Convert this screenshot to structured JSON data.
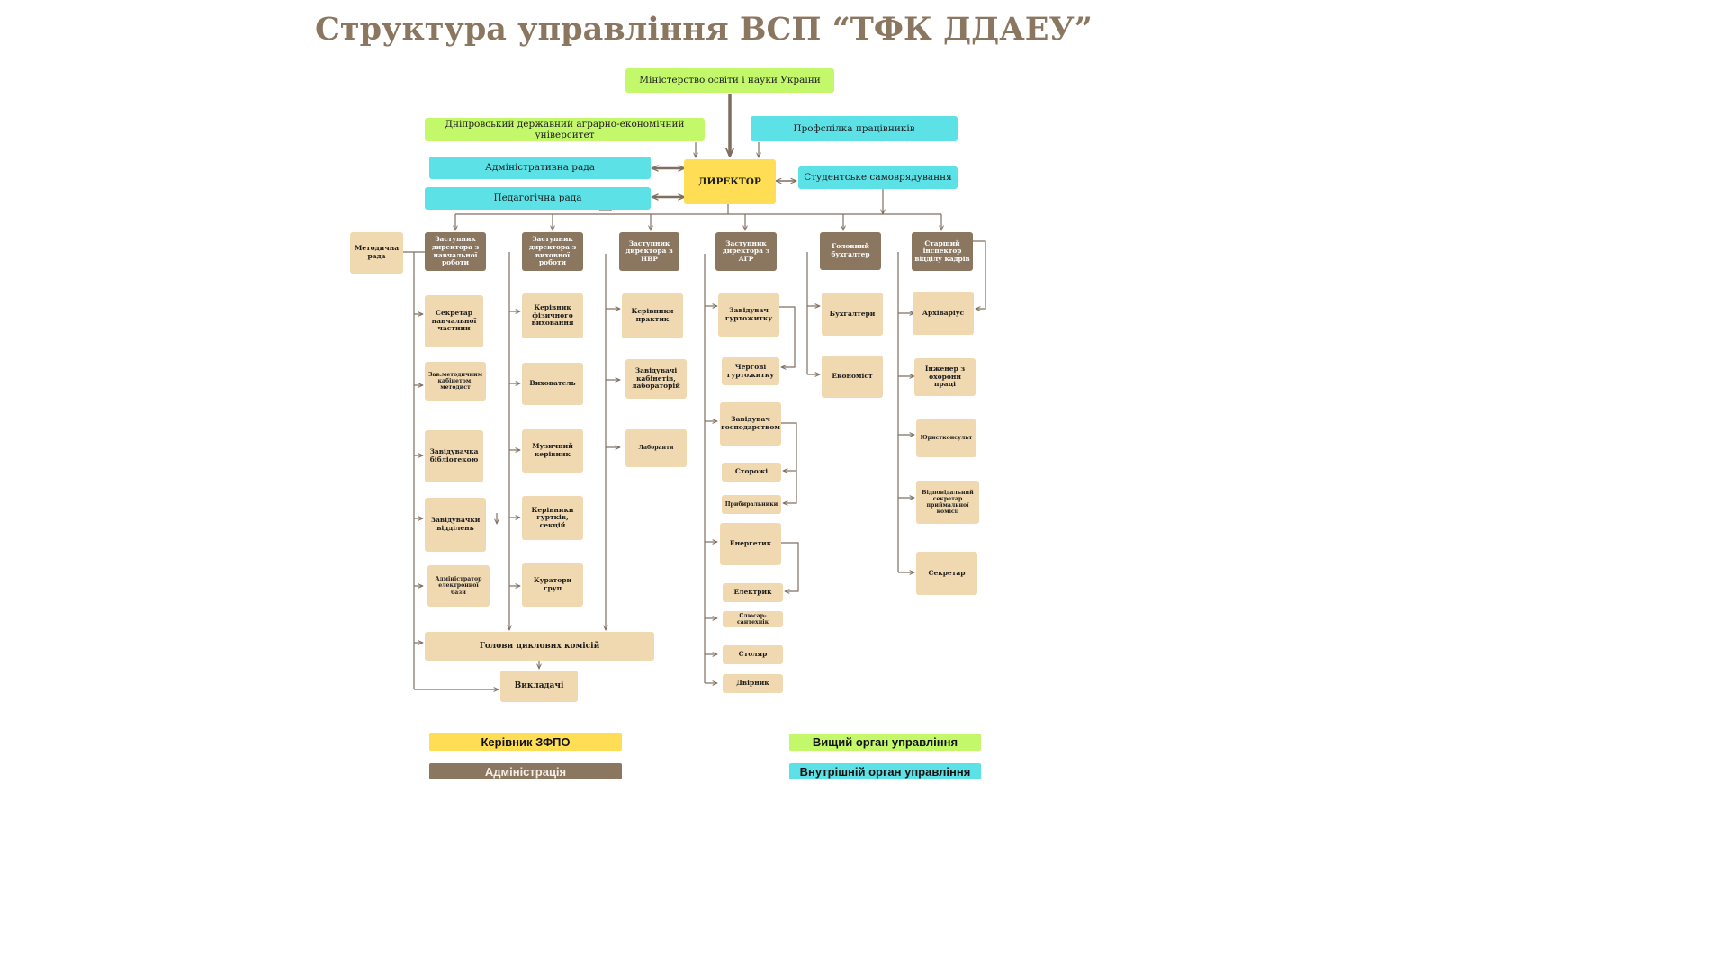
{
  "title": "Структура управління ВСП “ТФК ДДАЕУ”",
  "colors": {
    "higher_body": "#c3f86a",
    "internal_body": "#5ce1e6",
    "head": "#ffdd55",
    "administration": "#8b7660",
    "staff": "#f0d8b0",
    "line": "#7f6f60"
  },
  "nodes": {
    "ministry": "Міністерство освіти і науки України",
    "university": "Дніпровський державний аграрно-економічний університет",
    "union": "Профспілка працівників",
    "admin_council": "Адміністративна рада",
    "ped_council": "Педагогічна рада",
    "director": "ДИРЕКТОР",
    "student_gov": "Студентське самоврядування",
    "method_council": "Методична рада",
    "dep_edu": "Заступник директора з навчальної роботи",
    "dep_upbr": "Заступник директора з виховної роботи",
    "dep_nvr": "Заступник директора з НВР",
    "dep_agr": "Заступник директора з АГР",
    "chief_acc": "Головний бухгалтер",
    "hr_insp": "Старший інспектор відділу кадрів",
    "secr_edu": "Секретар навчальної частини",
    "method_head": "Зав.методичним кабінетом, методист",
    "librarian": "Завідувачка бібліотекою",
    "dept_heads": "Завідувачки відділень",
    "e_admin": "Адміністратор електронної бази",
    "cycle_heads": "Голови циклових комісій",
    "teachers": "Викладачі",
    "pe_head": "Керівник фізичного виховання",
    "educator": "Вихователь",
    "music_head": "Музичний керівник",
    "club_heads": "Керівники гуртків, секцій",
    "curators": "Куратори груп",
    "practice_heads": "Керівники практик",
    "cab_heads": "Завідувачі кабінетів, лабораторій",
    "lab_assist": "Лаборанти",
    "dorm_head": "Завідувач гуртожитку",
    "dorm_duty": "Чергові гуртожитку",
    "house_head": "Завідувач господарством",
    "guards": "Сторожі",
    "cleaners": "Прибиральники",
    "energetic": "Енергетик",
    "electrician": "Електрик",
    "plumber": "Слюсар-сантехнік",
    "carpenter": "Столяр",
    "janitor": "Двірник",
    "accountants": "Бухгалтери",
    "economist": "Економіст",
    "archivist": "Архіваріус",
    "labor_eng": "Інженер з охорони праці",
    "lawyer": "Юристконсульт",
    "adm_secr": "Відповідальний секретар приймальної комісії",
    "secretary": "Секретар"
  },
  "legend": {
    "head_label": "Керівник ЗФПО",
    "admin_label": "Адміністрація",
    "higher_label": "Вищий орган управління",
    "internal_label": "Внутрішній орган управління"
  }
}
